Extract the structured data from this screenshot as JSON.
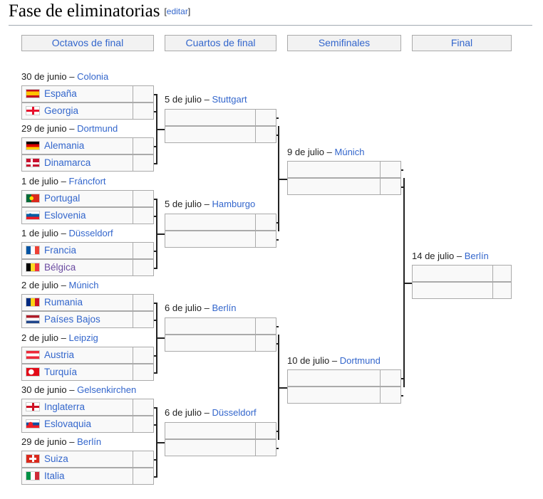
{
  "section": {
    "title": "Fase de eliminatorias",
    "edit_open": "[",
    "edit_label": "editar",
    "edit_close": "]"
  },
  "rounds": [
    "Octavos de final",
    "Cuartos de final",
    "Semifinales",
    "Final"
  ],
  "dash": " – ",
  "round_of_16": [
    {
      "date": "30 de junio",
      "venue": "Colonia",
      "teams": [
        {
          "name": "España",
          "flag": "spain-flag"
        },
        {
          "name": "Georgia",
          "flag": "georgia-flag"
        }
      ]
    },
    {
      "date": "29 de junio",
      "venue": "Dortmund",
      "teams": [
        {
          "name": "Alemania",
          "flag": "germany-flag"
        },
        {
          "name": "Dinamarca",
          "flag": "denmark-flag"
        }
      ]
    },
    {
      "date": "1 de julio",
      "venue": "Fráncfort",
      "teams": [
        {
          "name": "Portugal",
          "flag": "portugal-flag"
        },
        {
          "name": "Eslovenia",
          "flag": "slovenia-flag"
        }
      ]
    },
    {
      "date": "1 de julio",
      "venue": "Düsseldorf",
      "teams": [
        {
          "name": "Francia",
          "flag": "france-flag"
        },
        {
          "name": "Bélgica",
          "flag": "belgium-flag"
        }
      ]
    },
    {
      "date": "2 de julio",
      "venue": "Múnich",
      "teams": [
        {
          "name": "Rumania",
          "flag": "romania-flag"
        },
        {
          "name": "Países Bajos",
          "flag": "netherlands-flag"
        }
      ]
    },
    {
      "date": "2 de julio",
      "venue": "Leipzig",
      "teams": [
        {
          "name": "Austria",
          "flag": "austria-flag"
        },
        {
          "name": "Turquía",
          "flag": "turkey-flag"
        }
      ]
    },
    {
      "date": "30 de junio",
      "venue": "Gelsenkirchen",
      "teams": [
        {
          "name": "Inglaterra",
          "flag": "england-flag"
        },
        {
          "name": "Eslovaquia",
          "flag": "slovakia-flag"
        }
      ]
    },
    {
      "date": "29 de junio",
      "venue": "Berlín",
      "teams": [
        {
          "name": "Suiza",
          "flag": "switzerland-flag"
        },
        {
          "name": "Italia",
          "flag": "italy-flag"
        }
      ]
    }
  ],
  "quarterfinals": [
    {
      "date": "5 de julio",
      "venue": "Stuttgart"
    },
    {
      "date": "5 de julio",
      "venue": "Hamburgo"
    },
    {
      "date": "6 de julio",
      "venue": "Berlín"
    },
    {
      "date": "6 de julio",
      "venue": "Düsseldorf"
    }
  ],
  "semifinals": [
    {
      "date": "9 de julio",
      "venue": "Múnich"
    },
    {
      "date": "10 de julio",
      "venue": "Dortmund"
    }
  ],
  "final": {
    "date": "14 de julio",
    "venue": "Berlín"
  },
  "colors": {
    "link": "#3366cc",
    "visited_link": "#6b4ba1",
    "header_bg": "#f2f2f2",
    "slot_bg": "#f9f9f9",
    "border": "#aaaaaa",
    "bracket_line": "#222222"
  }
}
